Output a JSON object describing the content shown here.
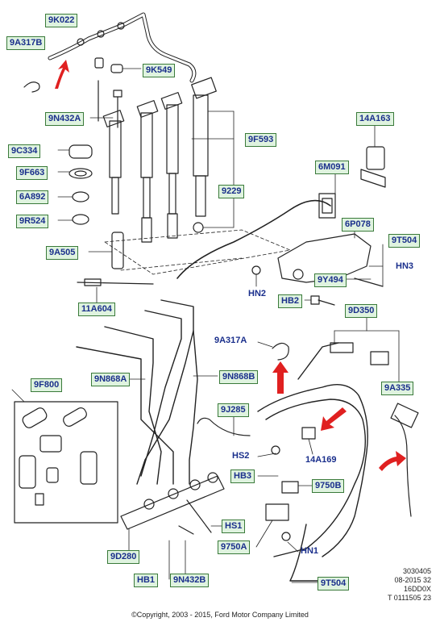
{
  "labels": {
    "l9K022": "9K022",
    "l9A317B": "9A317B",
    "l9K549": "9K549",
    "l9N432A": "9N432A",
    "l9C334": "9C334",
    "l9F663": "9F663",
    "l6A892": "6A892",
    "l9R524": "9R524",
    "l9A505": "9A505",
    "l11A604": "11A604",
    "l9F593": "9F593",
    "l9229": "9229",
    "l14A163": "14A163",
    "l6M091": "6M091",
    "l6P078": "6P078",
    "l9T504top": "9T504",
    "lHN3": "HN3",
    "l9Y494": "9Y494",
    "lHN2": "HN2",
    "lHB2": "HB2",
    "l9D350": "9D350",
    "l9A317A": "9A317A",
    "l9N868A": "9N868A",
    "l9N868B": "9N868B",
    "l9F800": "9F800",
    "l9J285": "9J285",
    "lHS2": "HS2",
    "lHB3": "HB3",
    "l14A169": "14A169",
    "l9A335": "9A335",
    "l9750B": "9750B",
    "lHS1": "HS1",
    "l9750A": "9750A",
    "lHN1": "HN1",
    "l9D280": "9D280",
    "lHB1": "HB1",
    "l9N432B": "9N432B",
    "l9T504bot": "9T504"
  },
  "meta": {
    "line1": "3030405",
    "line2": "08-2015 32",
    "line3": "16DD0X",
    "line4": "T 0111505 23"
  },
  "copyright": "©Copyright, 2003 - 2015, Ford Motor Company Limited",
  "colors": {
    "label_text": "#1a2f8c",
    "label_fill": "#dff3df",
    "label_border": "#3a7a3a",
    "arrow": "#e02020",
    "line": "#222222"
  }
}
